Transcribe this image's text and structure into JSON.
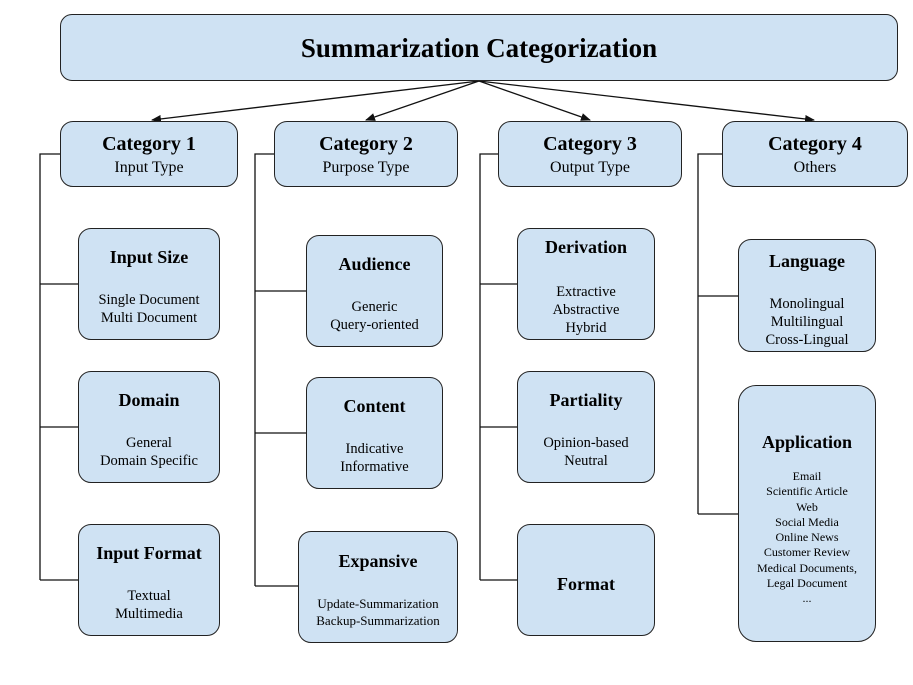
{
  "title": "Summarization Categorization",
  "categories": [
    {
      "heading": "Category 1",
      "subheading": "Input Type",
      "children": [
        {
          "title": "Input Size",
          "items": [
            "Single Document",
            "Multi Document"
          ]
        },
        {
          "title": "Domain",
          "items": [
            "General",
            "Domain Specific"
          ]
        },
        {
          "title": "Input Format",
          "items": [
            "Textual",
            "Multimedia"
          ]
        }
      ]
    },
    {
      "heading": "Category 2",
      "subheading": "Purpose Type",
      "children": [
        {
          "title": "Audience",
          "items": [
            "Generic",
            "Query-oriented"
          ]
        },
        {
          "title": "Content",
          "items": [
            "Indicative",
            "Informative"
          ]
        },
        {
          "title": "Expansive",
          "items": [
            "Update-Summarization",
            "Backup-Summarization"
          ]
        }
      ]
    },
    {
      "heading": "Category 3",
      "subheading": "Output Type",
      "children": [
        {
          "title": "Derivation",
          "items": [
            "Extractive",
            "Abstractive",
            "Hybrid"
          ]
        },
        {
          "title": "Partiality",
          "items": [
            "Opinion-based",
            "Neutral"
          ]
        },
        {
          "title": "Format",
          "items": []
        }
      ]
    },
    {
      "heading": "Category 4",
      "subheading": "Others",
      "children": [
        {
          "title": "Language",
          "items": [
            "Monolingual",
            "Multilingual",
            "Cross-Lingual"
          ]
        },
        {
          "title": "Application",
          "items": [
            "Email",
            "Scientific Article",
            "Web",
            "Social Media",
            "Online News",
            "Customer Review",
            "Medical Documents,",
            "Legal Document",
            "..."
          ]
        }
      ]
    }
  ],
  "colors": {
    "box_fill": "#cfe2f3",
    "border": "#222222",
    "connector": "#111111"
  }
}
